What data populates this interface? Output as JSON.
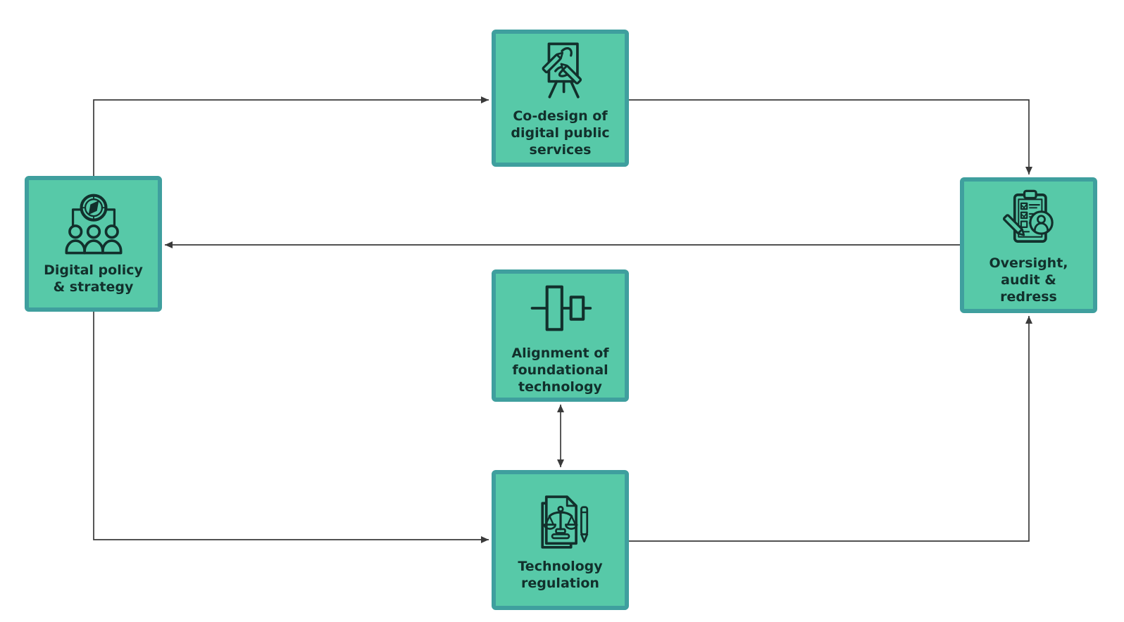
{
  "diagram": {
    "nodes": [
      {
        "id": "digital-policy-strategy",
        "label": "Digital policy\n& strategy",
        "icon": "compass-team-icon"
      },
      {
        "id": "co-design-digital-public-services",
        "label": "Co-design of\ndigital public\nservices",
        "icon": "easel-pencils-icon"
      },
      {
        "id": "oversight-audit-redress",
        "label": "Oversight,\naudit &\nredress",
        "icon": "clipboard-audit-icon"
      },
      {
        "id": "alignment-foundational-technology",
        "label": "Alignment of\nfoundational\ntechnology",
        "icon": "alignment-blocks-icon"
      },
      {
        "id": "technology-regulation",
        "label": "Technology\nregulation",
        "icon": "document-scales-pencil-icon"
      }
    ],
    "edges": [
      {
        "from": "digital-policy-strategy",
        "to": "co-design-digital-public-services",
        "direction": "one-way"
      },
      {
        "from": "co-design-digital-public-services",
        "to": "oversight-audit-redress",
        "direction": "one-way"
      },
      {
        "from": "oversight-audit-redress",
        "to": "digital-policy-strategy",
        "direction": "one-way"
      },
      {
        "from": "digital-policy-strategy",
        "to": "technology-regulation",
        "direction": "one-way"
      },
      {
        "from": "technology-regulation",
        "to": "oversight-audit-redress",
        "direction": "one-way"
      },
      {
        "from": "alignment-foundational-technology",
        "to": "technology-regulation",
        "direction": "two-way"
      }
    ]
  },
  "theme": {
    "node-fill": "#57c9a8",
    "node-border": "#3f9f9e",
    "node-text": "#12302c",
    "icon-stroke": "#12302c",
    "connector": "#3a3a3a",
    "background": "#ffffff"
  }
}
